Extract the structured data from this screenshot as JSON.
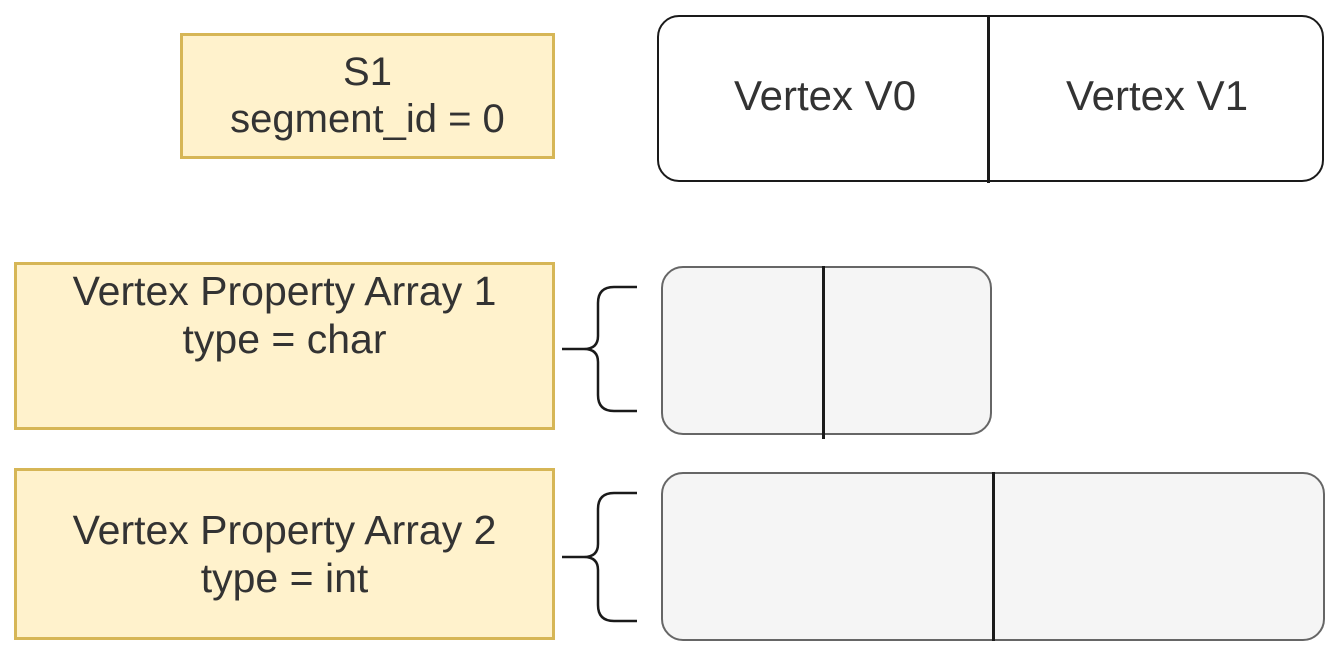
{
  "segment_label": {
    "line1": "S1",
    "line2": "segment_id = 0"
  },
  "vertex_array": {
    "cells": [
      "Vertex V0",
      "Vertex V1"
    ]
  },
  "property_arrays": [
    {
      "title": "Vertex Property Array 1",
      "type_text": "type = char"
    },
    {
      "title": "Vertex Property Array 2",
      "type_text": "type = int"
    }
  ],
  "colors": {
    "label_fill": "#fff2cc",
    "label_border": "#d6b656",
    "array_fill": "#f5f5f5",
    "array_border": "#666666",
    "line": "#1a1a1a",
    "text": "#333333"
  }
}
